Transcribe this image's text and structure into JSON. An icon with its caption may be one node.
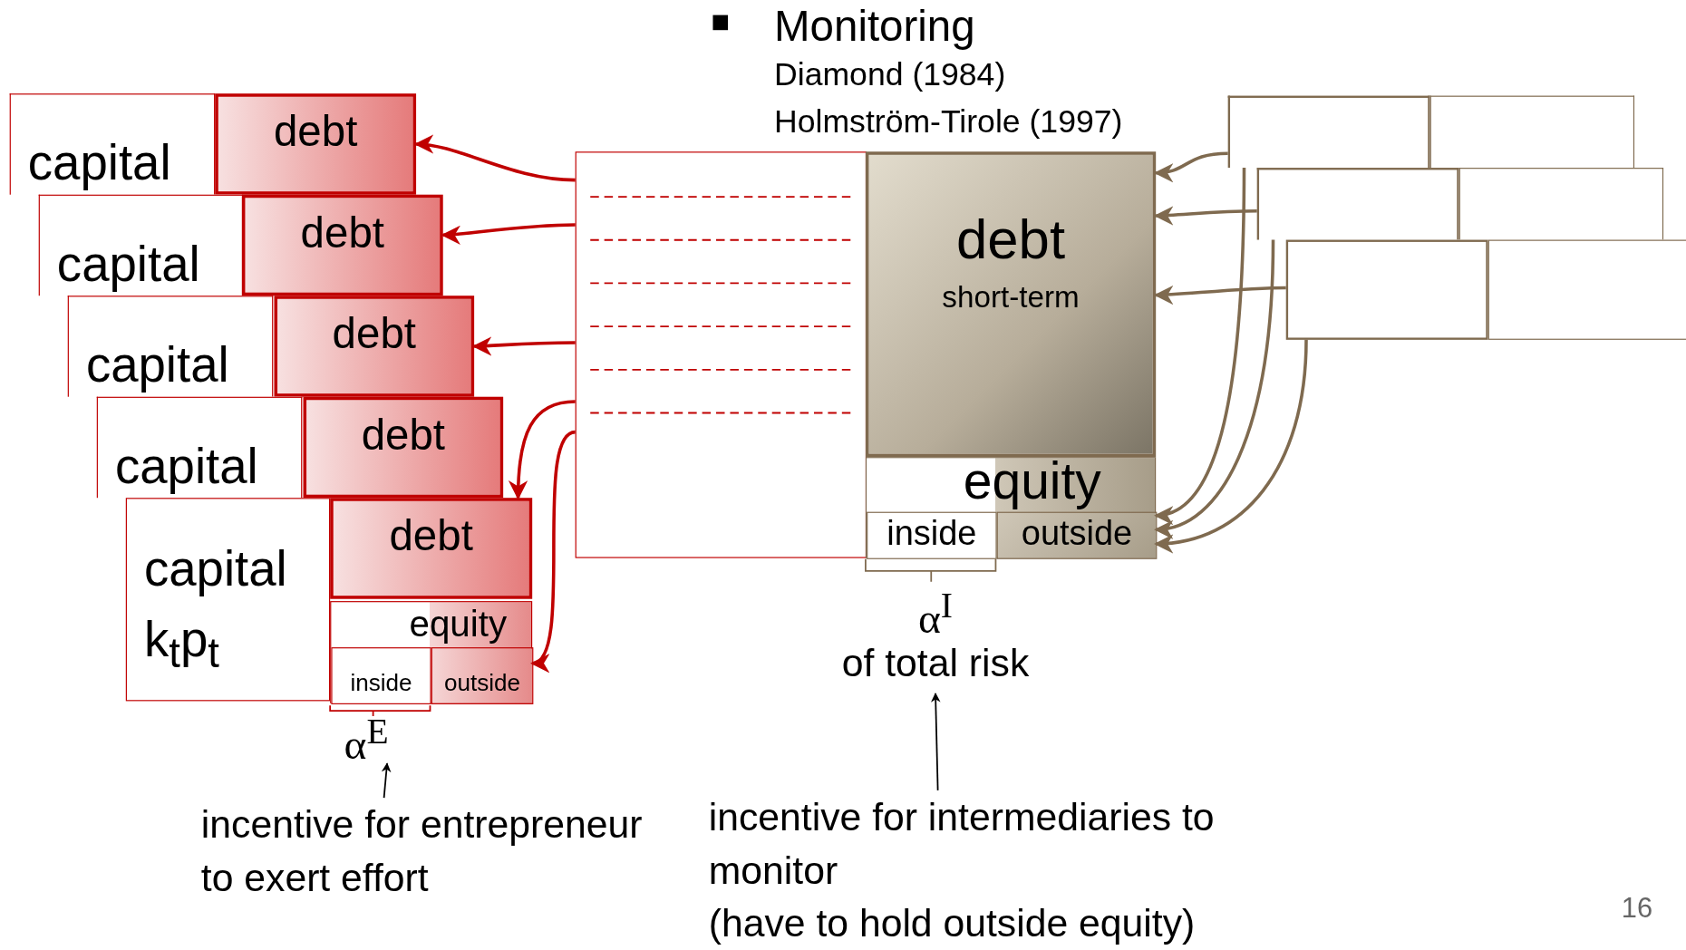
{
  "diagram": {
    "title": "Monitoring",
    "nodes": [
      {
        "text": [
          "capital"
        ]
      },
      {
        "text": [
          "debt"
        ]
      },
      {
        "text": [
          "capital"
        ]
      },
      {
        "text": [
          "debt"
        ]
      },
      {
        "text": [
          "capital"
        ]
      },
      {
        "text": [
          "debt"
        ]
      },
      {
        "text": [
          "capital"
        ]
      },
      {
        "text": [
          "debt"
        ]
      },
      {
        "text": [
          "capital",
          "k$_{t}$p$_{t}$"
        ]
      },
      {
        "text": [
          "debt"
        ]
      },
      {
        "text": [
          "equity"
        ]
      },
      {
        "text": [
          "inside"
        ],
        "in": 10
      },
      {
        "text": [
          "outside"
        ],
        "in": 10
      },
      {
        "text": [],
        "shape": "box"
      },
      {
        "text": [
          "debt",
          "short-term"
        ]
      },
      {
        "text": [
          "equity"
        ]
      },
      {
        "text": [
          "inside"
        ],
        "in": 15
      },
      {
        "text": [
          "outside"
        ],
        "in": 15
      },
      {
        "text": [],
        "shape": "box"
      },
      {
        "text": [],
        "shape": "box"
      },
      {
        "text": [],
        "shape": "box"
      },
      {
        "text": [],
        "shape": "box"
      },
      {
        "text": [],
        "shape": "box"
      },
      {
        "text": [],
        "shape": "box"
      },
      {
        "text": [
          "α$^{E}$"
        ]
      },
      {
        "text": [
          "incentive for entrepreneur to exert effort"
        ]
      },
      {
        "text": [
          "α$^{I}$",
          "of total risk"
        ]
      },
      {
        "text": [
          "incentive for intermediaries to monitor",
          "(have to hold outside equity)"
        ]
      }
    ],
    "edges": [
      {
        "from": 13,
        "to": 1,
        "arrow": "to",
        "color": "#c00000"
      },
      {
        "from": 13,
        "to": 3,
        "arrow": "to",
        "color": "#c00000"
      },
      {
        "from": 13,
        "to": 5,
        "arrow": "to",
        "color": "#c00000"
      },
      {
        "from": 13,
        "to": 9,
        "arrow": "to",
        "color": "#c00000"
      },
      {
        "from": 13,
        "to": 12,
        "arrow": "to",
        "color": "#c00000"
      },
      {
        "from": 18,
        "to": 14,
        "arrow": "to",
        "color": "#7f6a4f"
      },
      {
        "from": 20,
        "to": 14,
        "arrow": "to",
        "color": "#7f6a4f"
      },
      {
        "from": 22,
        "to": 14,
        "arrow": "to",
        "color": "#7f6a4f"
      },
      {
        "from": 18,
        "to": 17,
        "arrow": "to",
        "color": "#7f6a4f"
      },
      {
        "from": 20,
        "to": 17,
        "arrow": "to",
        "color": "#7f6a4f"
      },
      {
        "from": 22,
        "to": 17,
        "arrow": "to",
        "color": "#7f6a4f"
      },
      {
        "from": 25,
        "to": 24,
        "arrow": "to",
        "color": "#000000"
      },
      {
        "from": 27,
        "to": 26,
        "arrow": "to",
        "color": "#000000"
      }
    ],
    "labels": [
      "Diamond (1984)",
      "Holmström-Tirole (1997)",
      "16"
    ]
  }
}
